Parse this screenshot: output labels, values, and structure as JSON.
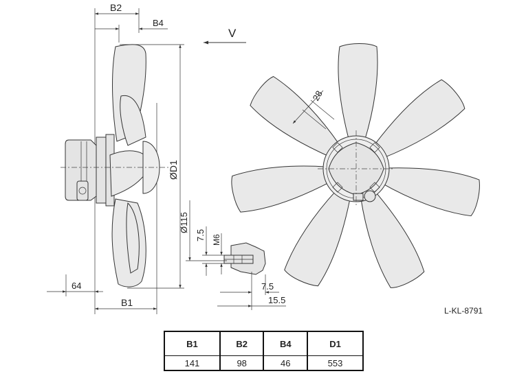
{
  "labels": {
    "b2": "B2",
    "b4": "B4",
    "b1": "B1",
    "d1": "ØD1",
    "view": "V",
    "dim_64": "64",
    "dim_28": "28",
    "dim_115": "Ø115",
    "dim_7_5_v": "7.5",
    "dim_m6": "M6",
    "dim_7_5_h": "7.5",
    "dim_15_5": "15.5",
    "drawing_id": "L-KL-8791"
  },
  "table": {
    "headers": [
      "B1",
      "B2",
      "B4",
      "D1"
    ],
    "values": [
      "141",
      "98",
      "46",
      "553"
    ]
  }
}
